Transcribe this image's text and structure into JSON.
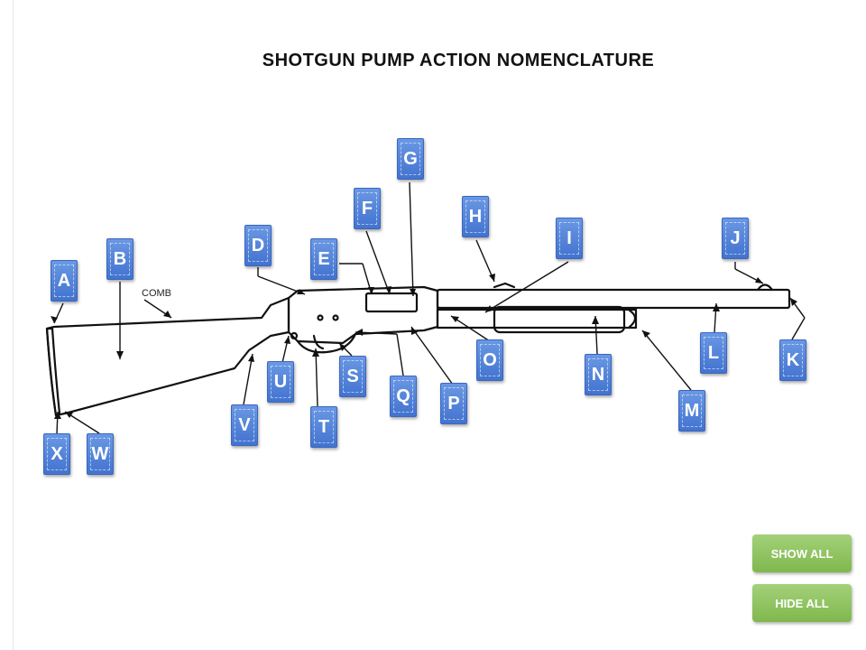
{
  "title": "SHOTGUN PUMP ACTION NOMENCLATURE",
  "comb_label": "COMB",
  "labels": {
    "A": "A",
    "B": "B",
    "D": "D",
    "E": "E",
    "F": "F",
    "G": "G",
    "H": "H",
    "I": "I",
    "J": "J",
    "K": "K",
    "L": "L",
    "M": "M",
    "N": "N",
    "O": "O",
    "P": "P",
    "Q": "Q",
    "S": "S",
    "T": "T",
    "U": "U",
    "V": "V",
    "W": "W",
    "X": "X"
  },
  "buttons": {
    "show_all": "SHOW ALL",
    "hide_all": "HIDE ALL"
  },
  "colors": {
    "tag_blue": "#4f82d8",
    "button_green": "#8dc35f"
  }
}
